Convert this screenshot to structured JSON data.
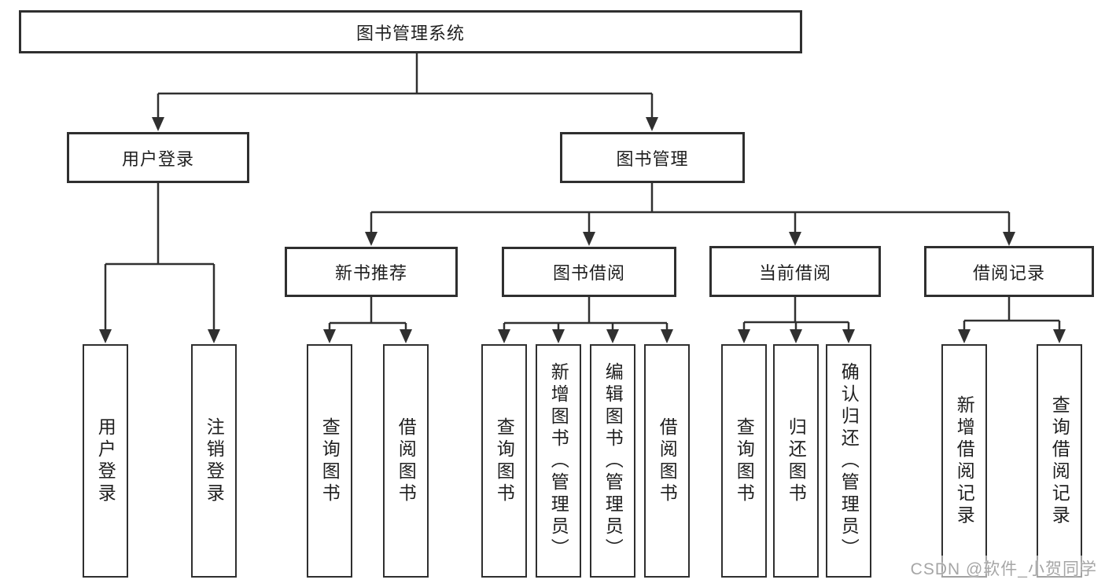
{
  "tree": {
    "label": "图书管理系统",
    "children": [
      {
        "label": "用户登录",
        "children": [
          {
            "label": "用户登录"
          },
          {
            "label": "注销登录"
          }
        ]
      },
      {
        "label": "图书管理",
        "children": [
          {
            "label": "新书推荐",
            "children": [
              {
                "label": "查询图书"
              },
              {
                "label": "借阅图书"
              }
            ]
          },
          {
            "label": "图书借阅",
            "children": [
              {
                "label": "查询图书"
              },
              {
                "label": "新增图书（管理员）"
              },
              {
                "label": "编辑图书（管理员）"
              },
              {
                "label": "借阅图书"
              }
            ]
          },
          {
            "label": "当前借阅",
            "children": [
              {
                "label": "查询图书"
              },
              {
                "label": "归还图书"
              },
              {
                "label": "确认归还（管理员）"
              }
            ]
          },
          {
            "label": "借阅记录",
            "children": [
              {
                "label": "新增借阅记录"
              },
              {
                "label": "查询借阅记录"
              }
            ]
          }
        ]
      }
    ]
  },
  "watermark": {
    "text": "CSDN @软件_小贺同学"
  },
  "colors": {
    "line": "#303030",
    "box_border": "#2f2f2f",
    "box_fill": "#ffffff",
    "text": "#1f1f1f",
    "background": "#ffffff",
    "watermark": "#a6a6a6"
  }
}
